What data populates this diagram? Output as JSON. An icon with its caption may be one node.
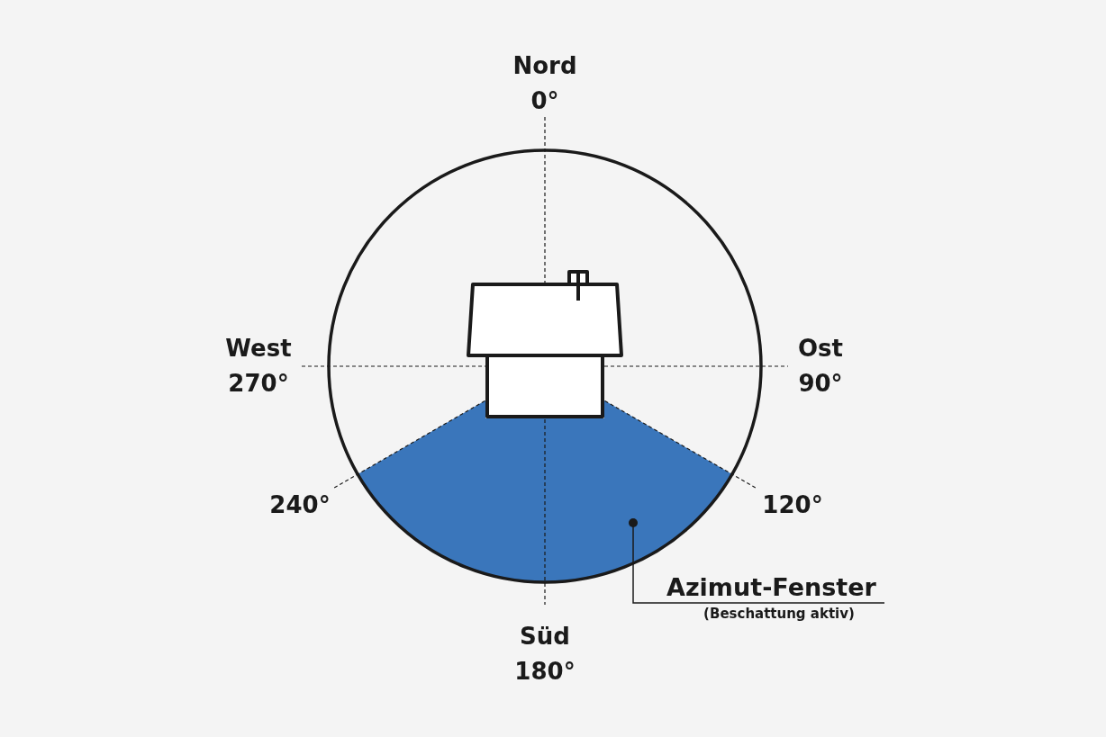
{
  "diagram": {
    "nodes": [
      {
        "text": [
          "Azimut-Fenster",
          "(Beschattung aktiv)"
        ]
      },
      {
        "text": [],
        "shape": "wedge"
      }
    ],
    "edges": [
      {
        "from": 0,
        "to": 1,
        "arrow": "other"
      }
    ],
    "labels": [
      "Nord",
      "0°",
      "West",
      "270°",
      "Ost",
      "90°",
      "240°",
      "120°",
      "Süd",
      "180°"
    ]
  }
}
